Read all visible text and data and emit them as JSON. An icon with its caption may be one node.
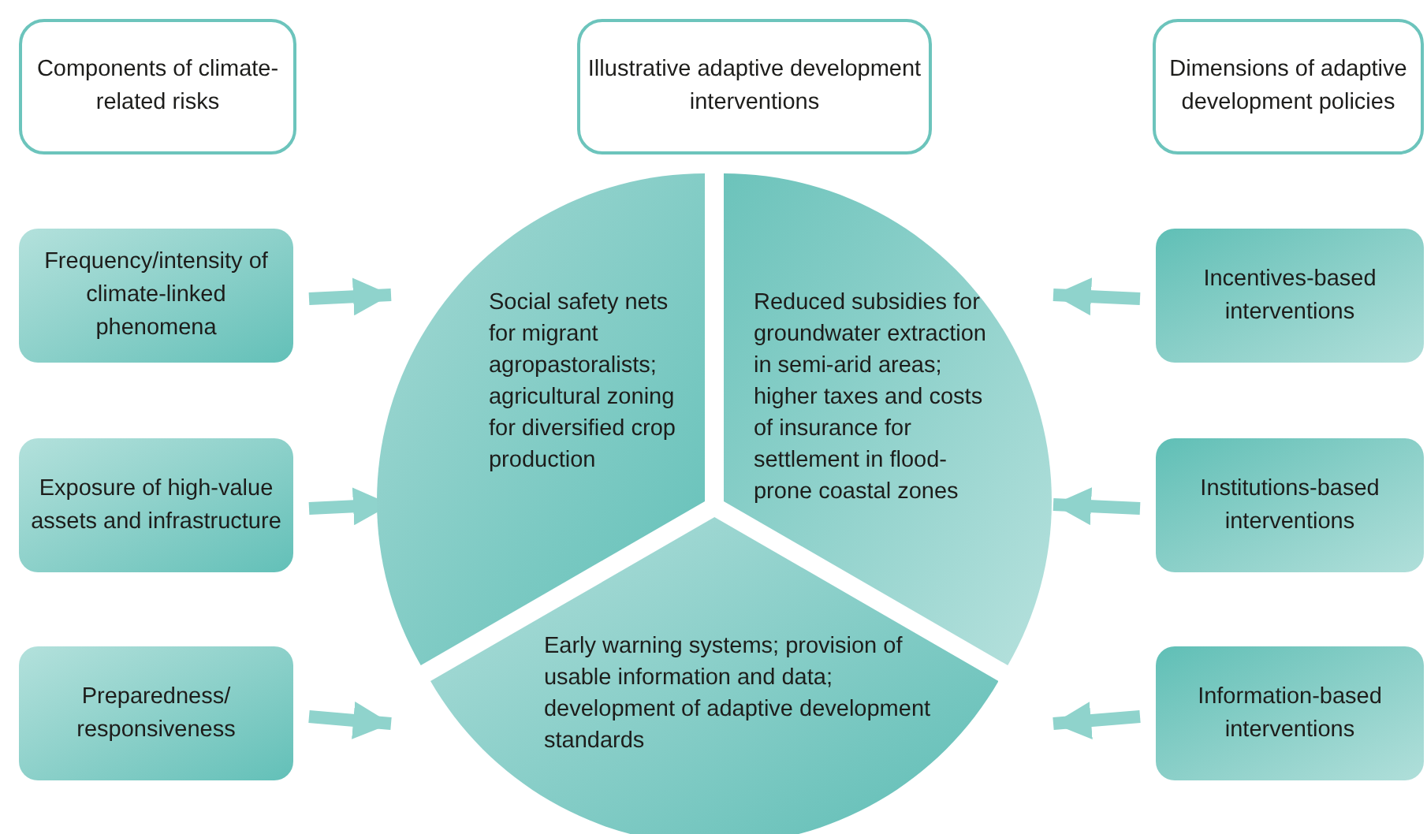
{
  "diagram": {
    "nodes": [
      {
        "text": [
          "Components of climate-related risks"
        ]
      },
      {
        "text": [
          "Illustrative adaptive development interventions"
        ]
      },
      {
        "text": [
          "Dimensions of adaptive development policies"
        ]
      },
      {
        "text": [
          "Frequency/intensity of climate-linked phenomena"
        ]
      },
      {
        "text": [
          "Social safety nets for migrant agropastoralists; agricultural zoning for diversified crop production"
        ]
      },
      {
        "text": [
          "Reduced subsidies for groundwater extraction in semi-arid areas; higher taxes and costs of insurance for settlement in flood-prone coastal zones"
        ]
      },
      {
        "text": [
          "Incentives-based interventions"
        ]
      },
      {
        "text": [
          "Exposure of high-value assets and infrastructure"
        ]
      },
      {
        "text": [
          "Institutions-based interventions"
        ]
      },
      {
        "text": [
          "Preparedness/ responsiveness"
        ]
      },
      {
        "text": [
          "Early warning systems; provision of usable information and data; development of adaptive development standards"
        ]
      },
      {
        "text": [
          "Information-based interventions"
        ]
      }
    ],
    "edges": [
      {
        "from": 3,
        "to": 4,
        "arrow": "to"
      },
      {
        "from": 6,
        "to": 5,
        "arrow": "to"
      },
      {
        "from": 7,
        "to": 4,
        "arrow": "to"
      },
      {
        "from": 8,
        "to": 5,
        "arrow": "to"
      },
      {
        "from": 9,
        "to": 10,
        "arrow": "to"
      },
      {
        "from": 11,
        "to": 10,
        "arrow": "to"
      }
    ]
  }
}
